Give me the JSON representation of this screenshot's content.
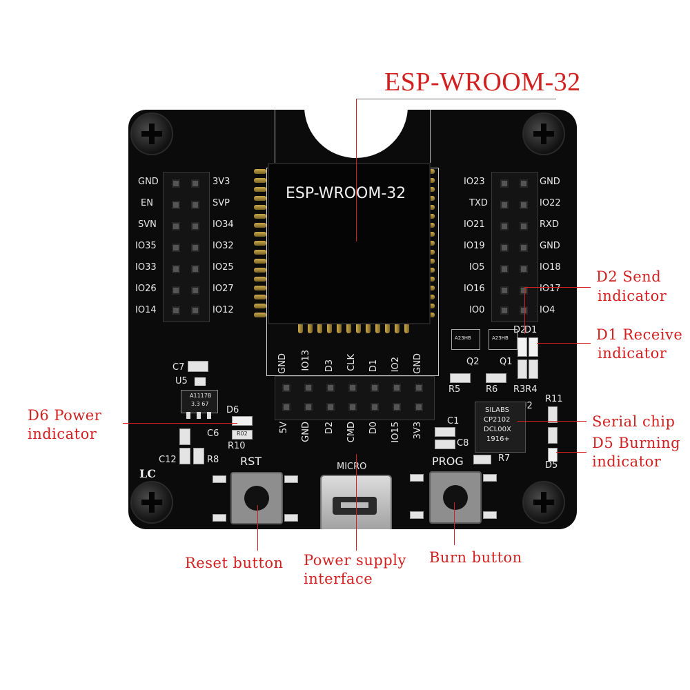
{
  "title": "ESP-WROOM-32",
  "module_label": "ESP-WROOM-32",
  "callouts": {
    "d2_line1": "D2 Send",
    "d2_line2": "indicator",
    "d1_line1": "D1 Receive",
    "d1_line2": "indicator",
    "d6_line1": "D6 Power",
    "d6_line2": "indicator",
    "serial": "Serial chip",
    "d5_line1": "D5 Burning",
    "d5_line2": "indicator",
    "reset": "Reset button",
    "power_line1": "Power supply",
    "power_line2": "interface",
    "burn": "Burn button"
  },
  "left_header": {
    "left": [
      "GND",
      "EN",
      "SVN",
      "IO35",
      "IO33",
      "IO26",
      "IO14"
    ],
    "right": [
      "3V3",
      "SVP",
      "IO34",
      "IO32",
      "IO25",
      "IO27",
      "IO12"
    ]
  },
  "right_header": {
    "left": [
      "IO23",
      "TXD",
      "IO21",
      "IO19",
      "IO5",
      "IO16",
      "IO0"
    ],
    "right": [
      "GND",
      "IO22",
      "RXD",
      "GND",
      "IO18",
      "IO17",
      "IO4"
    ]
  },
  "bottom_header": {
    "top": [
      "GND",
      "IO13",
      "D3",
      "CLK",
      "D1",
      "IO2",
      "GND"
    ],
    "bottom": [
      "5V",
      "GND",
      "D2",
      "CMD",
      "D0",
      "IO15",
      "3V3"
    ]
  },
  "components": {
    "c7": "C7",
    "u5": "U5",
    "reg_line1": "A1117B",
    "reg_line2": "3.3 67",
    "d6": "D6",
    "c6": "C6",
    "r10": "R10",
    "r2": "R02",
    "c12": "C12",
    "r8": "R8",
    "rst": "RST",
    "micro": "MICRO",
    "prog": "PROG",
    "r7": "R7",
    "lc": "LC",
    "q2": "Q2",
    "q1": "Q1",
    "r5": "R5",
    "r6": "R6",
    "d2": "D2",
    "d1": "D1",
    "r3r4": "R3R4",
    "u2": "U2",
    "r11": "R11",
    "c1": "C1",
    "c8": "C8",
    "d5": "D5",
    "q_mark1": "A23HB",
    "q_mark2": "A23HB",
    "chip_line1": "SILABS",
    "chip_line2": "CP2102",
    "chip_line3": "DCL00X",
    "chip_line4": "1916+"
  }
}
